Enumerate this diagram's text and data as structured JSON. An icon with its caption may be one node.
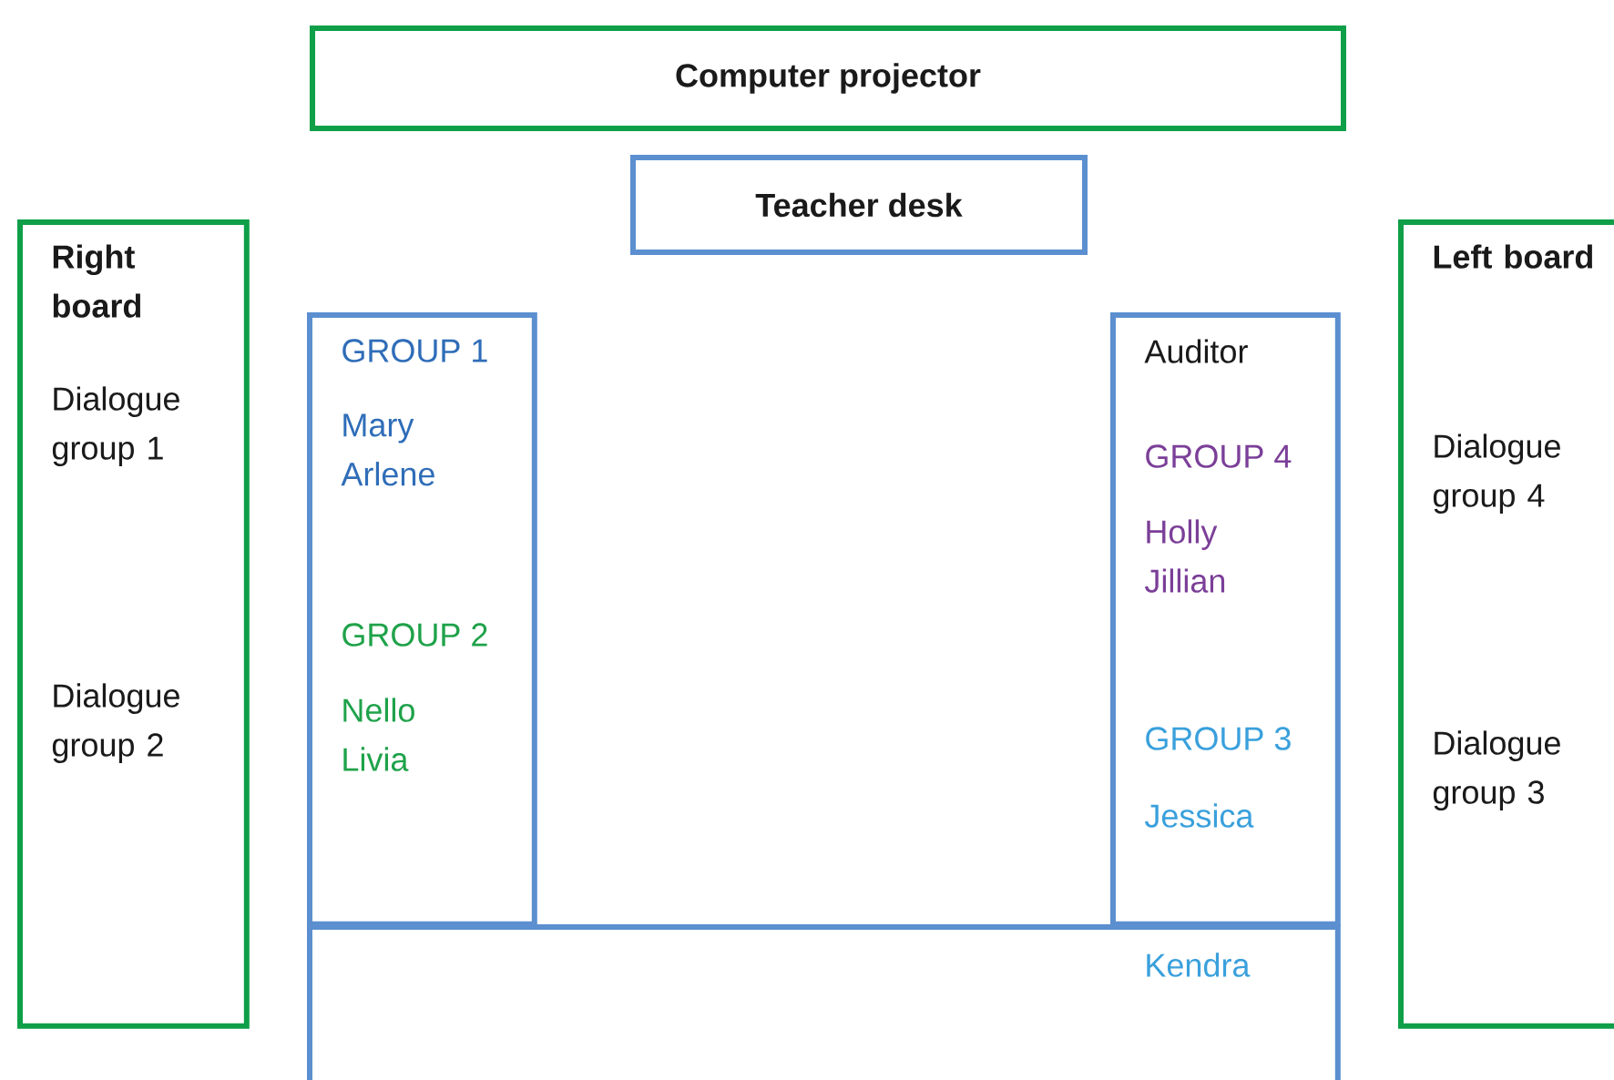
{
  "diagram": {
    "nodes": [
      {
        "text": [
          "Computer projector"
        ]
      },
      {
        "text": [
          "Teacher desk"
        ]
      },
      {
        "text": [
          "Right board",
          "Dialogue group 1",
          "Dialogue group 2"
        ]
      },
      {
        "text": [
          "GROUP 1",
          "Mary Arlene",
          "GROUP 2",
          "Nello Livia"
        ]
      },
      {
        "text": [
          "Auditor",
          "GROUP 4",
          "Holly Jillian",
          "GROUP 3",
          "Jessica"
        ]
      },
      {
        "text": [
          "Kendra"
        ]
      },
      {
        "text": [
          "Left board",
          "Dialogue group 4",
          "Dialogue group 3"
        ]
      }
    ]
  }
}
